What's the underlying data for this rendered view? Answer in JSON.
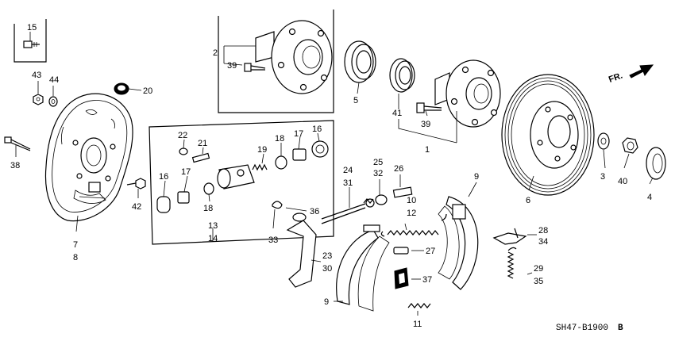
{
  "diagram_code": "SH47-B1900",
  "diagram_code_suffix": "B",
  "direction_label": "FR.",
  "labels": {
    "l1": "1",
    "l2": "2",
    "l3": "3",
    "l4": "4",
    "l5": "5",
    "l6": "6",
    "l7": "7",
    "l8": "8",
    "l9a": "9",
    "l9b": "9",
    "l10": "10",
    "l11": "11",
    "l12": "12",
    "l13": "13",
    "l14": "14",
    "l15": "15",
    "l16a": "16",
    "l16b": "16",
    "l17a": "17",
    "l17b": "17",
    "l18a": "18",
    "l18b": "18",
    "l19": "19",
    "l20": "20",
    "l21": "21",
    "l22": "22",
    "l23": "23",
    "l24": "24",
    "l25": "25",
    "l26": "26",
    "l27": "27",
    "l28": "28",
    "l29": "29",
    "l30": "30",
    "l31": "31",
    "l32": "32",
    "l33": "33",
    "l34": "34",
    "l35": "35",
    "l36": "36",
    "l37": "37",
    "l38": "38",
    "l39a": "39",
    "l39b": "39",
    "l40": "40",
    "l41": "41",
    "l42": "42",
    "l43": "43",
    "l44": "44"
  }
}
